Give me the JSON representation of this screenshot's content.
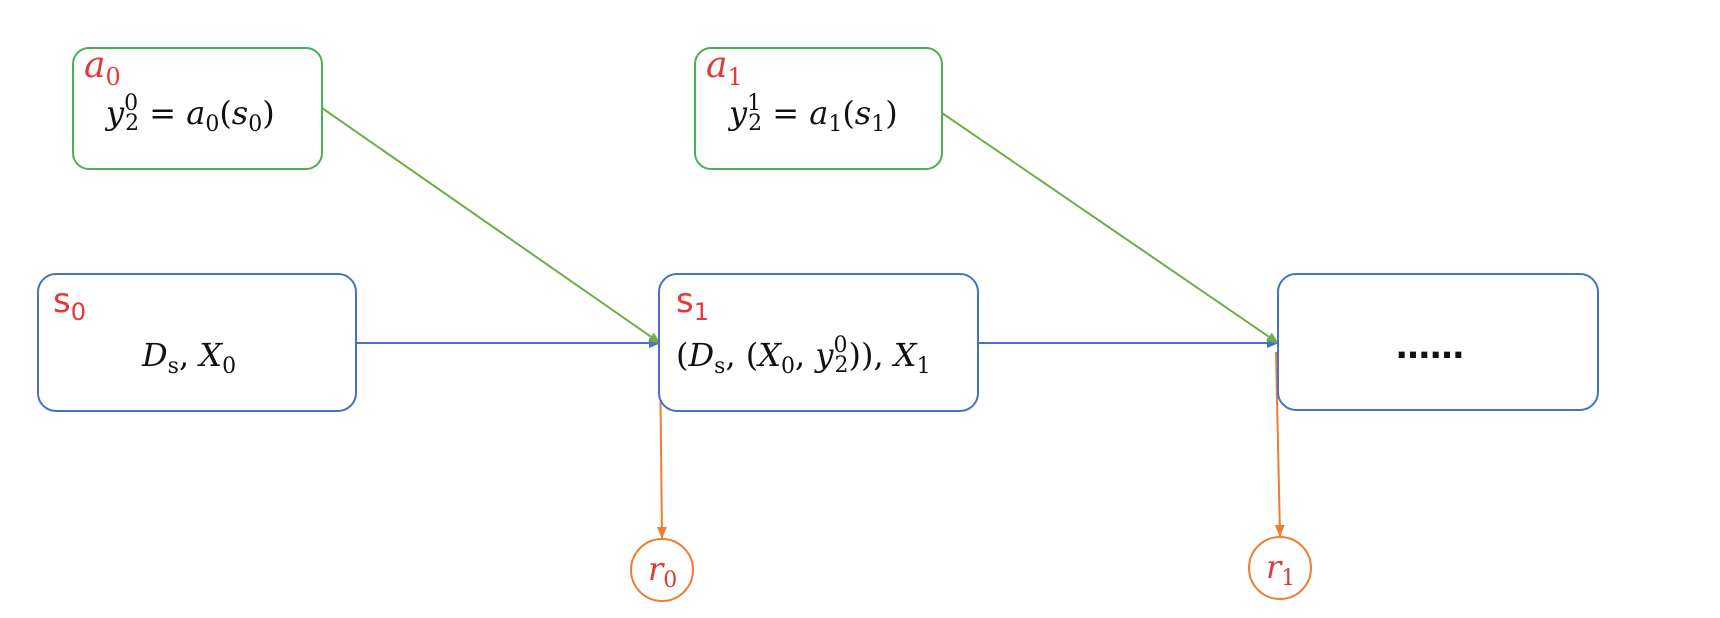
{
  "states": [
    {
      "id": "s0",
      "label": "s",
      "sub": "0",
      "content": "D_s, X_0"
    },
    {
      "id": "s1",
      "label": "s",
      "sub": "1",
      "content": "(D_s, (X_0, y_2^0)), X_1"
    },
    {
      "id": "s2",
      "label": "",
      "sub": "",
      "content": "……"
    }
  ],
  "actions": [
    {
      "id": "a0",
      "label": "a",
      "sub": "0",
      "content": "y_2^0 = a_0(s_0)"
    },
    {
      "id": "a1",
      "label": "a",
      "sub": "1",
      "content": "y_2^1 = a_1(s_1)"
    }
  ],
  "rewards": [
    {
      "id": "r0",
      "label": "r",
      "sub": "0"
    },
    {
      "id": "r1",
      "label": "r",
      "sub": "1"
    }
  ],
  "colors": {
    "state_border": "#4472C4",
    "action_border": "#4CAF50",
    "reward_border": "#ED7D31",
    "label_red": "#E53935",
    "transition_edge": "#4472C4",
    "action_edge": "#70AD47",
    "reward_edge": "#ED7D31"
  },
  "icons": {
    "arrowhead": "triangle-arrowhead"
  }
}
